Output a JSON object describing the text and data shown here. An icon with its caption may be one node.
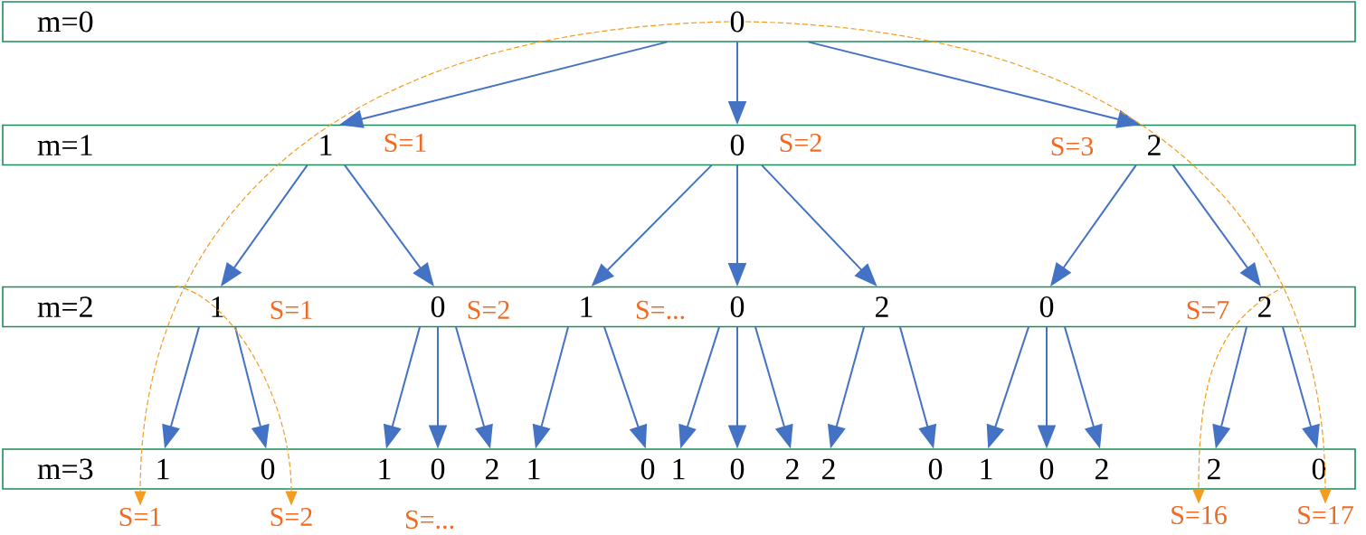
{
  "diagram": {
    "nodes": [
      {
        "text": [
          "m=0"
        ]
      },
      {
        "text": [
          "0"
        ],
        "in": 0
      },
      {
        "text": [
          "m=1"
        ]
      },
      {
        "text": [
          "1"
        ],
        "in": 2,
        "beside": [
          "S=1"
        ]
      },
      {
        "text": [
          "0"
        ],
        "in": 2,
        "beside": [
          "S=2"
        ]
      },
      {
        "text": [
          "2"
        ],
        "in": 2,
        "beside": [
          "S=3"
        ]
      },
      {
        "text": [
          "m=2"
        ]
      },
      {
        "text": [
          "1"
        ],
        "in": 6,
        "beside": [
          "S=1"
        ]
      },
      {
        "text": [
          "0"
        ],
        "in": 6,
        "beside": [
          "S=2"
        ]
      },
      {
        "text": [
          "1"
        ],
        "in": 6,
        "beside": [
          "S=..."
        ]
      },
      {
        "text": [
          "0"
        ],
        "in": 6
      },
      {
        "text": [
          "2"
        ],
        "in": 6
      },
      {
        "text": [
          "0"
        ],
        "in": 6
      },
      {
        "text": [
          "2"
        ],
        "in": 6,
        "beside": [
          "S=7"
        ]
      },
      {
        "text": [
          "m=3"
        ]
      },
      {
        "text": [
          "1"
        ],
        "in": 14
      },
      {
        "text": [
          "0"
        ],
        "in": 14
      },
      {
        "text": [
          "1"
        ],
        "in": 14
      },
      {
        "text": [
          "0"
        ],
        "in": 14
      },
      {
        "text": [
          "2"
        ],
        "in": 14
      },
      {
        "text": [
          "1"
        ],
        "in": 14
      },
      {
        "text": [
          "0"
        ],
        "in": 14
      },
      {
        "text": [
          "1"
        ],
        "in": 14
      },
      {
        "text": [
          "0"
        ],
        "in": 14
      },
      {
        "text": [
          "2"
        ],
        "in": 14
      },
      {
        "text": [
          "2"
        ],
        "in": 14
      },
      {
        "text": [
          "0"
        ],
        "in": 14
      },
      {
        "text": [
          "1"
        ],
        "in": 14
      },
      {
        "text": [
          "0"
        ],
        "in": 14
      },
      {
        "text": [
          "2"
        ],
        "in": 14
      },
      {
        "text": [
          "2"
        ],
        "in": 14
      },
      {
        "text": [
          "0"
        ],
        "in": 14
      },
      {
        "text": [
          "S=1"
        ]
      },
      {
        "text": [
          "S=2"
        ]
      },
      {
        "text": [
          "S=16"
        ]
      },
      {
        "text": [
          "S=17"
        ]
      }
    ],
    "edges": [
      {
        "from": 1,
        "to": 3,
        "arrow": "to"
      },
      {
        "from": 1,
        "to": 4,
        "arrow": "to"
      },
      {
        "from": 1,
        "to": 5,
        "arrow": "to"
      },
      {
        "from": 3,
        "to": 7,
        "arrow": "to"
      },
      {
        "from": 3,
        "to": 8,
        "arrow": "to"
      },
      {
        "from": 4,
        "to": 9,
        "arrow": "to"
      },
      {
        "from": 4,
        "to": 10,
        "arrow": "to"
      },
      {
        "from": 4,
        "to": 11,
        "arrow": "to"
      },
      {
        "from": 5,
        "to": 12,
        "arrow": "to"
      },
      {
        "from": 5,
        "to": 13,
        "arrow": "to"
      },
      {
        "from": 7,
        "to": 15,
        "arrow": "to"
      },
      {
        "from": 7,
        "to": 16,
        "arrow": "to"
      },
      {
        "from": 8,
        "to": 17,
        "arrow": "to"
      },
      {
        "from": 8,
        "to": 18,
        "arrow": "to"
      },
      {
        "from": 8,
        "to": 19,
        "arrow": "to"
      },
      {
        "from": 9,
        "to": 20,
        "arrow": "to"
      },
      {
        "from": 9,
        "to": 21,
        "arrow": "to"
      },
      {
        "from": 10,
        "to": 22,
        "arrow": "to"
      },
      {
        "from": 10,
        "to": 23,
        "arrow": "to"
      },
      {
        "from": 10,
        "to": 24,
        "arrow": "to"
      },
      {
        "from": 11,
        "to": 25,
        "arrow": "to"
      },
      {
        "from": 11,
        "to": 26,
        "arrow": "to"
      },
      {
        "from": 12,
        "to": 27,
        "arrow": "to"
      },
      {
        "from": 12,
        "to": 28,
        "arrow": "to"
      },
      {
        "from": 12,
        "to": 29,
        "arrow": "to"
      },
      {
        "from": 13,
        "to": 30,
        "arrow": "to"
      },
      {
        "from": 13,
        "to": 31,
        "arrow": "to"
      },
      {
        "from": 1,
        "to": 32,
        "arrow": "to",
        "style": "dashed",
        "color": "#f39c1f"
      },
      {
        "from": 6,
        "to": 33,
        "arrow": "to",
        "style": "dashed",
        "color": "#f39c1f"
      },
      {
        "from": 1,
        "to": 35,
        "arrow": "to",
        "style": "dashed",
        "color": "#f39c1f"
      },
      {
        "from": 6,
        "to": 34,
        "arrow": "to",
        "style": "dashed",
        "color": "#f39c1f"
      }
    ],
    "labels": [
      "S=..."
    ]
  }
}
